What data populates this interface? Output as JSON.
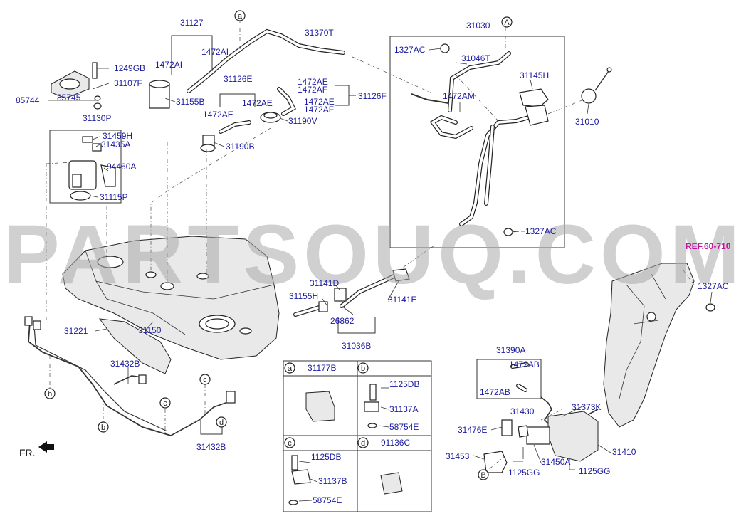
{
  "watermark": "PARTSOUQ.COM",
  "direction_label": "FR.",
  "reference": "REF.60-710",
  "labels": [
    "31127",
    "1472AI",
    "1472AI",
    "31155B",
    "31370T",
    "31126E",
    "1472AE",
    "1472AE",
    "1472AE",
    "1472AF",
    "1472AE",
    "1472AF",
    "31126F",
    "31190V",
    "31190B",
    "31030",
    "1327AC",
    "31046T",
    "31145H",
    "1472AM",
    "31010",
    "1327AC",
    "1249GB",
    "31107F",
    "85744",
    "85745",
    "31130P",
    "31459H",
    "31435A",
    "94460A",
    "31115P",
    "31141D",
    "31155H",
    "31141E",
    "26862",
    "31036B",
    "31150",
    "31221",
    "31432B",
    "31432B",
    "1327AC",
    "31390A",
    "1472AB",
    "1472AB",
    "31373K",
    "31430",
    "31476E",
    "31450A",
    "31410",
    "31453",
    "1125GG",
    "1125GG"
  ],
  "markers": [
    "a",
    "A",
    "b",
    "b",
    "c",
    "d",
    "B"
  ],
  "inset": {
    "cells": [
      {
        "letter": "a",
        "part": "31177B",
        "callouts": []
      },
      {
        "letter": "b",
        "part": "",
        "callouts": [
          "1125DB",
          "31137A",
          "58754E"
        ]
      },
      {
        "letter": "c",
        "part": "",
        "callouts": [
          "1125DB",
          "31137B",
          "58754E"
        ]
      },
      {
        "letter": "d",
        "part": "91136C",
        "callouts": []
      }
    ]
  }
}
